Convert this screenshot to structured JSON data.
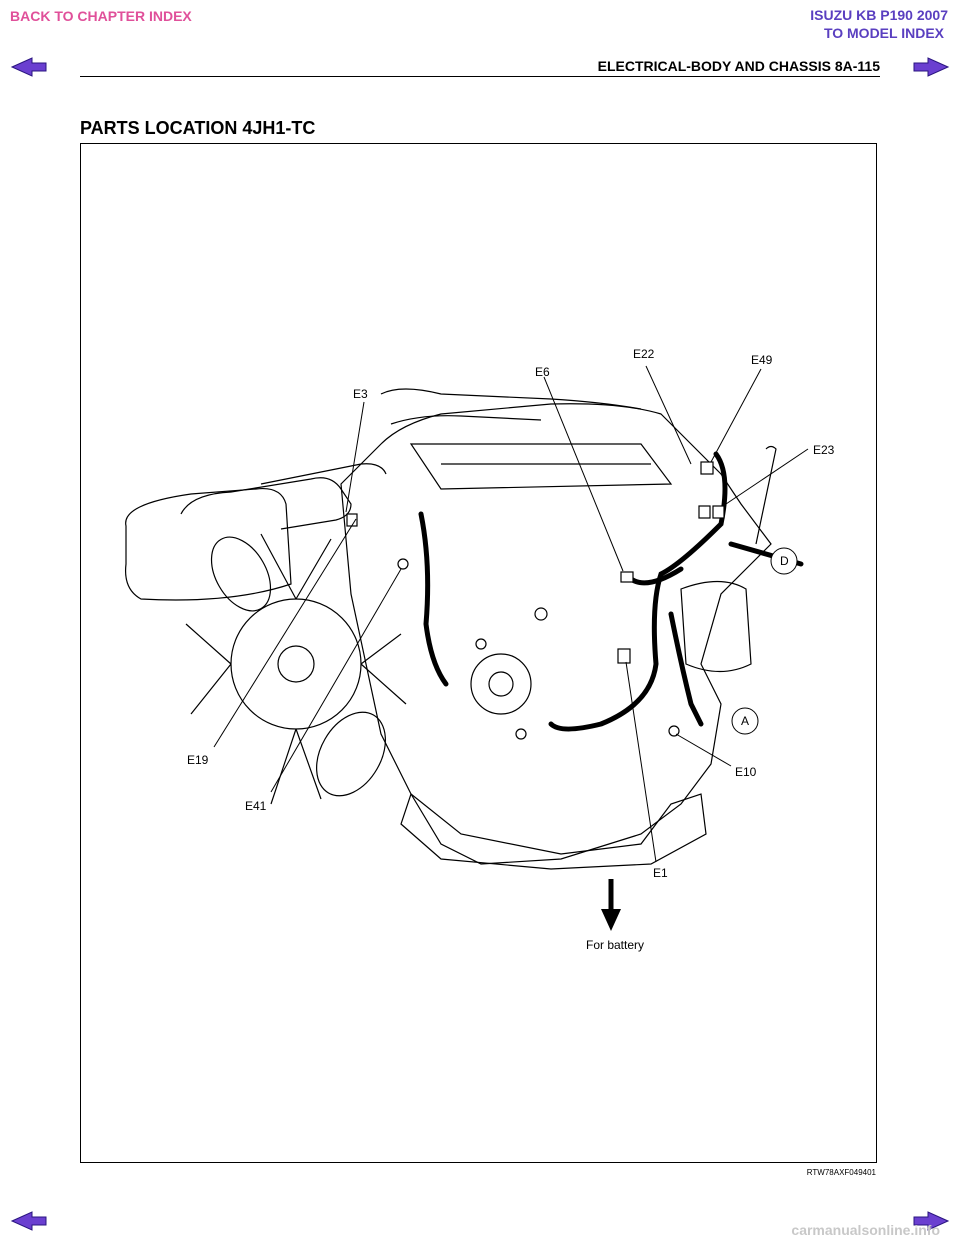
{
  "nav": {
    "back_to_chapter": "BACK TO CHAPTER INDEX",
    "model_title": "ISUZU KB P190 2007",
    "to_model_index": "TO MODEL INDEX"
  },
  "header": {
    "title": "ELECTRICAL-BODY AND CHASSIS  8A-115"
  },
  "section": {
    "title": "PARTS LOCATION 4JH1-TC"
  },
  "figure": {
    "callouts": {
      "e3": "E3",
      "e6": "E6",
      "e22": "E22",
      "e49": "E49",
      "e23": "E23",
      "d": "D",
      "a": "A",
      "e10": "E10",
      "e1": "E1",
      "e19": "E19",
      "e41": "E41"
    },
    "battery_label": "For battery",
    "code": "RTW78AXF049401"
  },
  "watermark": "carmanualsonline.info",
  "colors": {
    "nav_pink": "#e0509a",
    "nav_purple": "#5a3fc0",
    "arrow_purple": "#6a3fd0"
  },
  "icons": {
    "prev": "arrow-left-icon",
    "next": "arrow-right-icon"
  }
}
